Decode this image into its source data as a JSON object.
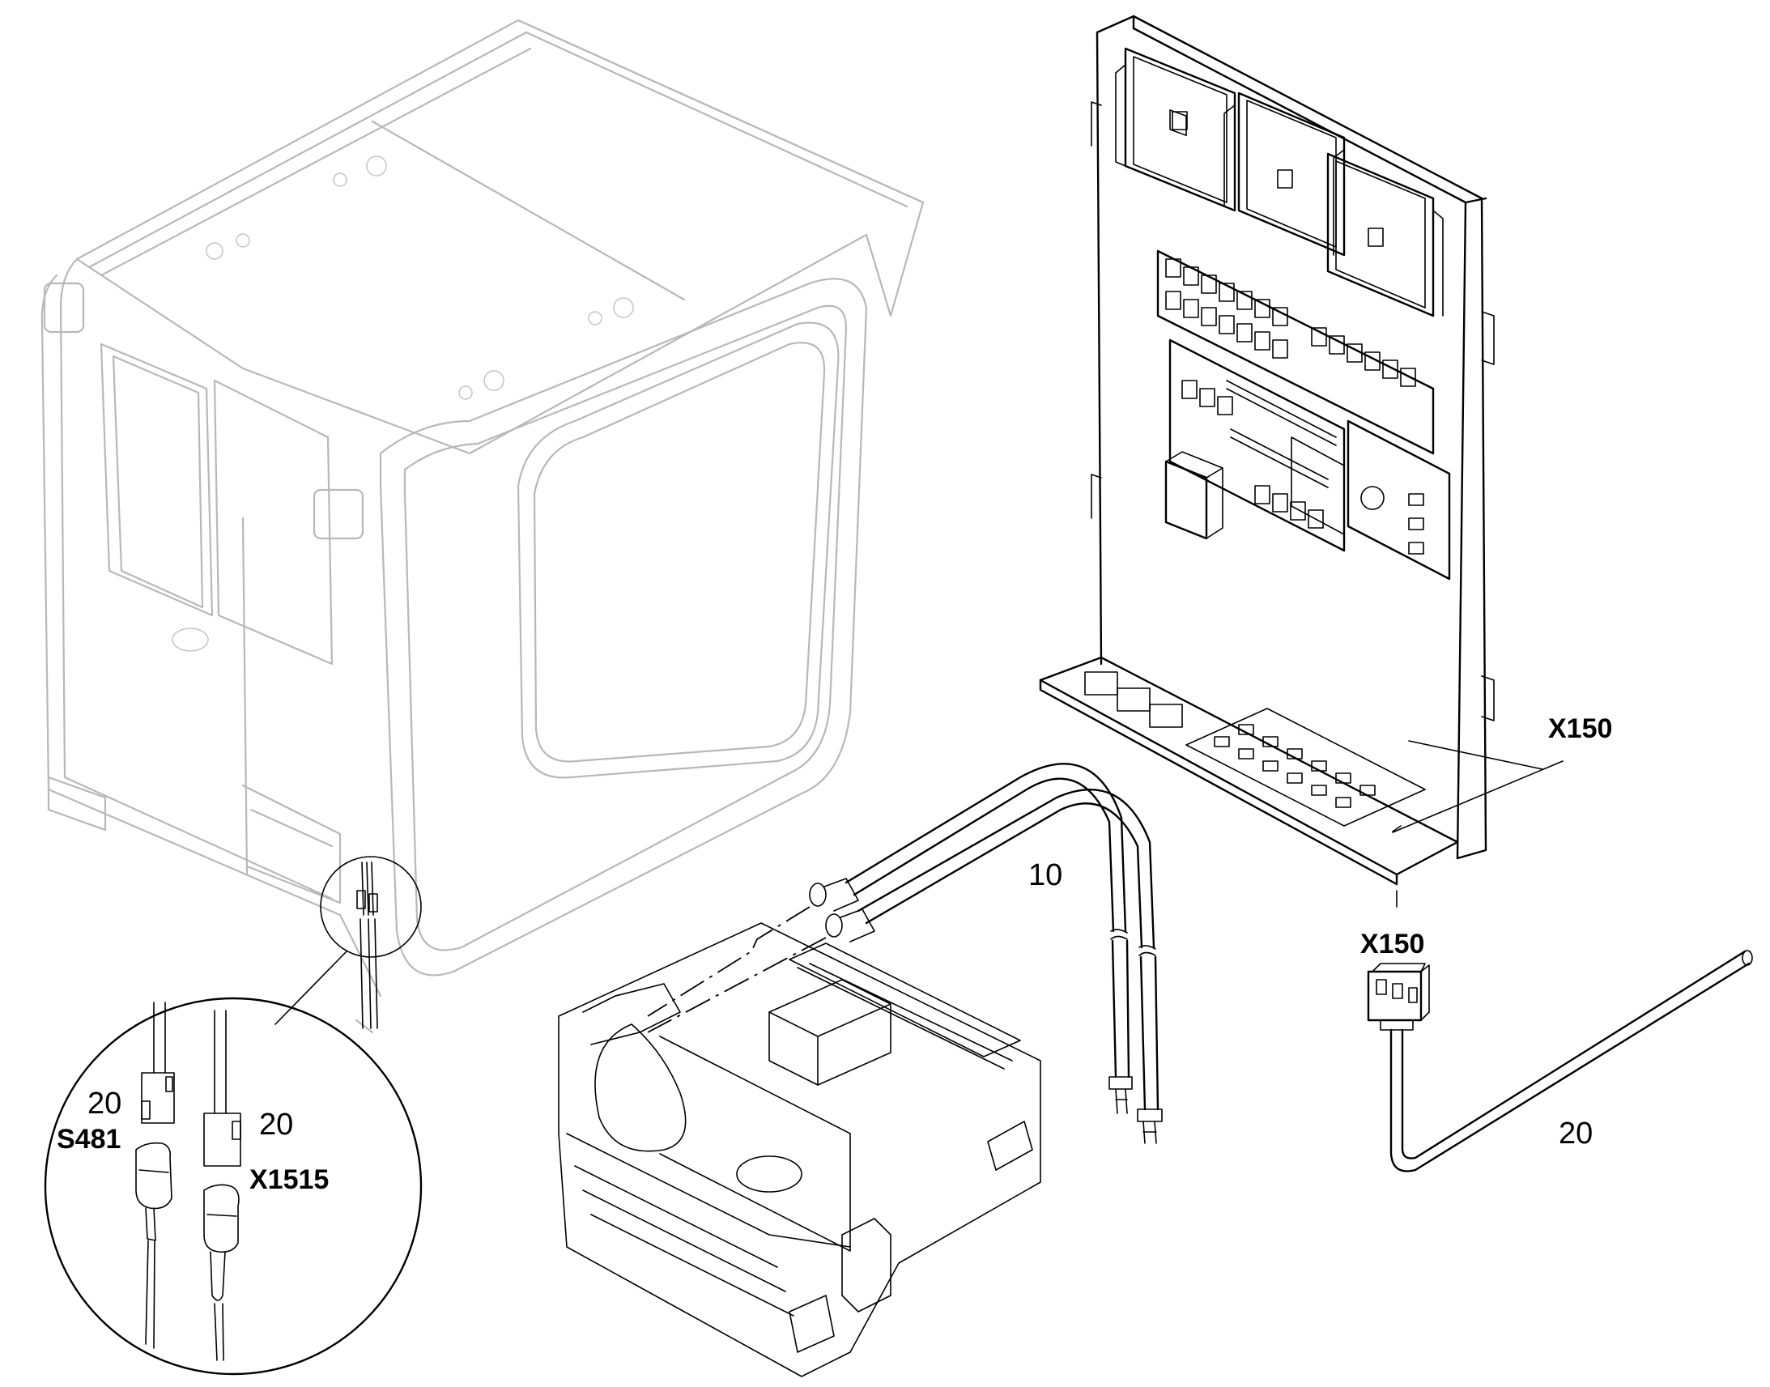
{
  "callouts": {
    "hose_item": "10",
    "panel_connector": "X150",
    "harness_connector": "X150",
    "harness_item": "20",
    "detail_item_left": "20",
    "detail_item_right": "20",
    "detail_switch": "S481",
    "detail_connector": "X1515"
  },
  "colors": {
    "line": "#000000",
    "ghost": "#b8b8b8",
    "background": "#ffffff"
  }
}
